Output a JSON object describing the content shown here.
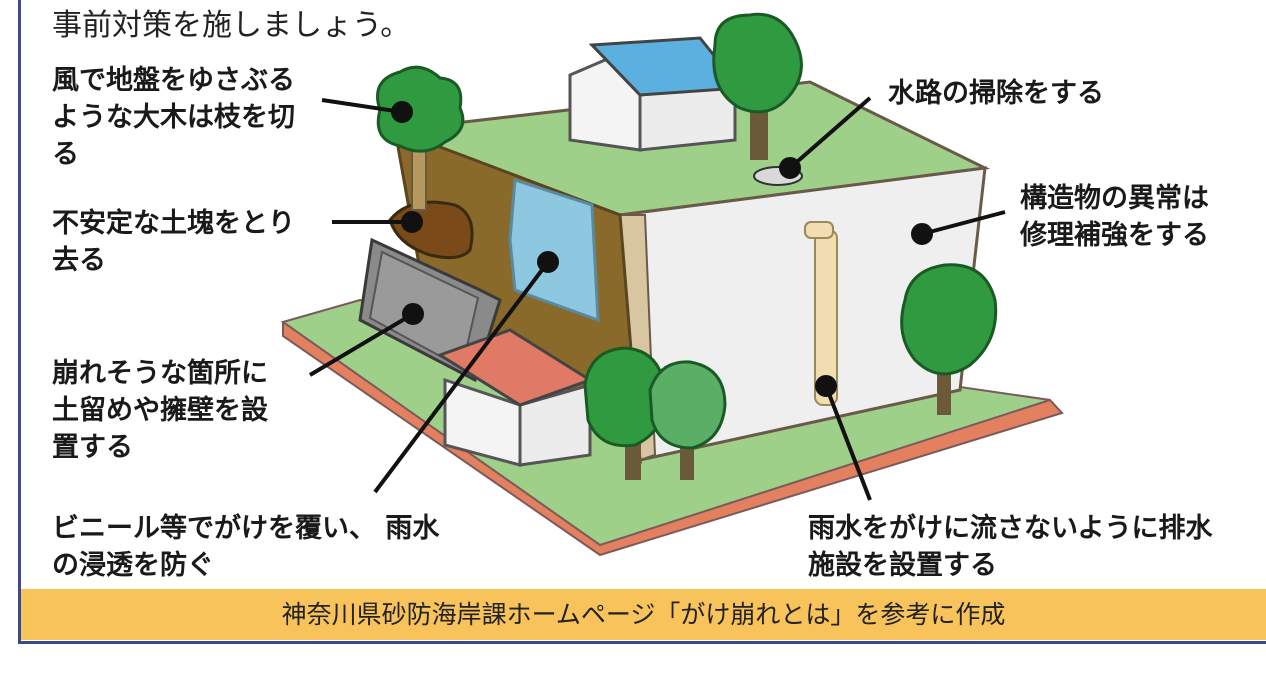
{
  "intro_text": "事前対策を施しましょう。",
  "labels": {
    "prune_trees": "風で地盤をゆさぶる\nような大木は枝を切\nる",
    "remove_soil": "不安定な土塊をとり\n去る",
    "retaining_wall": "崩れそうな箇所に\n土留めや擁壁を設\n置する",
    "vinyl_cover": "ビニール等でがけを覆い、 雨水\nの浸透を防ぐ",
    "clean_channel": "水路の掃除をする",
    "repair_structure": "構造物の異常は\n修理補強をする",
    "drainage": "雨水をがけに流さないように排水\n施設を設置する"
  },
  "caption": "神奈川県砂防海岸課ホームページ「がけ崩れとは」を参考に作成",
  "colors": {
    "frame": "#3d4a8a",
    "caption_bar": "#f8c35a",
    "grass": "#9fd08a",
    "soil": "#8a6a2a",
    "wall": "#efefef",
    "tree": "#2f9a3f",
    "roof_blue": "#5bb0e0",
    "roof_red": "#e07a66",
    "base": "#e38060"
  }
}
